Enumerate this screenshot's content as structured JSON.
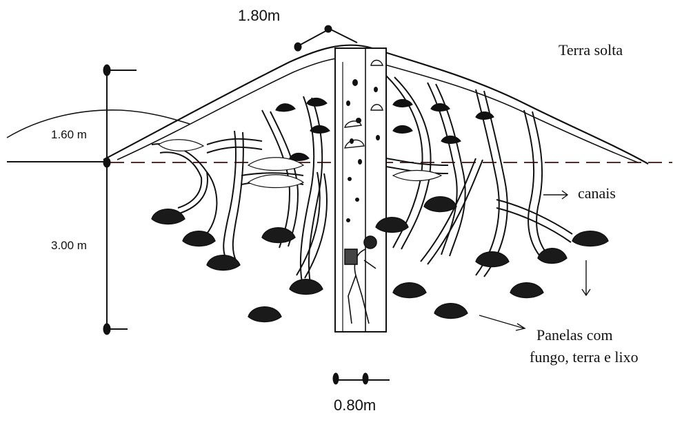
{
  "labels": {
    "top_width": "1.80m",
    "mound_height": "1.60 m",
    "depth": "3.00 m",
    "shaft_width": "0.80m",
    "loose_soil": "Terra solta",
    "channels": "canais",
    "chambers_line1": "Panelas com",
    "chambers_line2": "fungo, terra e lixo"
  },
  "icons": {
    "channels_arrow": "arrow-right-icon",
    "down_arrow": "arrow-down-icon",
    "chambers_arrow": "arrow-right-icon"
  },
  "colors": {
    "ink": "#111111",
    "ground_dash": "#5a2a2a",
    "fungus_fill": "#1a1a1a"
  }
}
